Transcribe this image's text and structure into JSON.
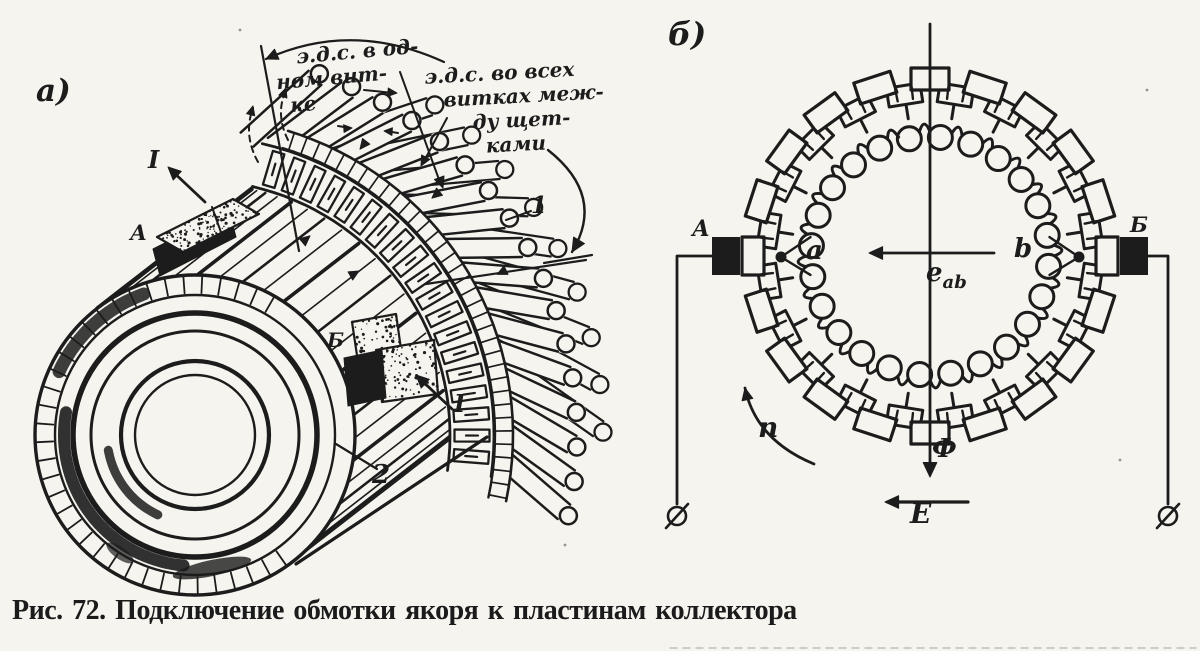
{
  "page": {
    "caption": "Рис. 72. Подключение обмотки якоря к пластинам коллектора",
    "background_color": "#f6f4ee",
    "ink_color": "#1c1c1c"
  },
  "panel_a": {
    "label": "а)",
    "annotation_single_turn": [
      "э.д.с. в од-",
      "ном вит-",
      "ке"
    ],
    "annotation_all_turns": [
      "э.д.с. во всех",
      "витках меж-",
      "ду щет-",
      "ками"
    ],
    "labels": {
      "current_at_brush_a": "I",
      "brush_a": "А",
      "brush_b": "Б",
      "current_at_brush_b": "I",
      "end_windings": "1",
      "armature_core": "2"
    }
  },
  "panel_b": {
    "label": "б)",
    "labels": {
      "brush_a": "А",
      "brush_b": "Б",
      "tap_a": "a",
      "tap_b": "b",
      "emf_base": "e",
      "emf_sub": "ab",
      "rotation": "n",
      "flux": "Ф",
      "field": "E"
    },
    "icons": {
      "terminal_left": "circle-slash-terminal",
      "terminal_right": "circle-slash-terminal",
      "brush_left": "black-brush-block",
      "brush_right": "black-brush-block"
    }
  }
}
